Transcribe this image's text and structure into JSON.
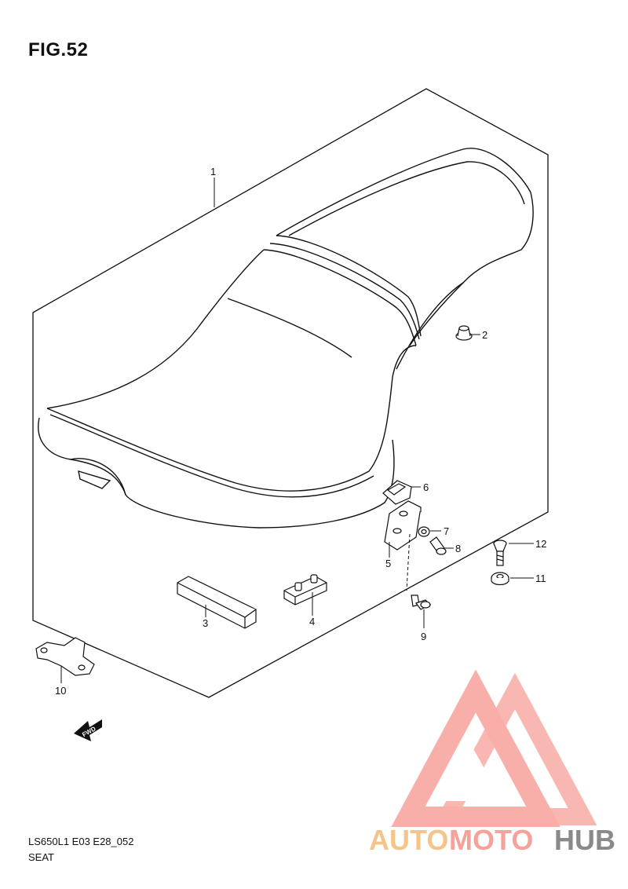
{
  "figure": {
    "title": "FIG.52",
    "model_code": "LS650L1 E03 E28_052",
    "section_name": "SEAT"
  },
  "callouts": [
    "1",
    "2",
    "3",
    "4",
    "5",
    "6",
    "7",
    "8",
    "9",
    "10",
    "11",
    "12"
  ],
  "direction_label": "FWD",
  "watermark": {
    "part1": "AUTO",
    "part2": "MOTO",
    "part3": "HUB",
    "colors": {
      "orange": "#f5c48a",
      "pink": "#f7a19b",
      "gray": "#8a8a8a"
    }
  }
}
